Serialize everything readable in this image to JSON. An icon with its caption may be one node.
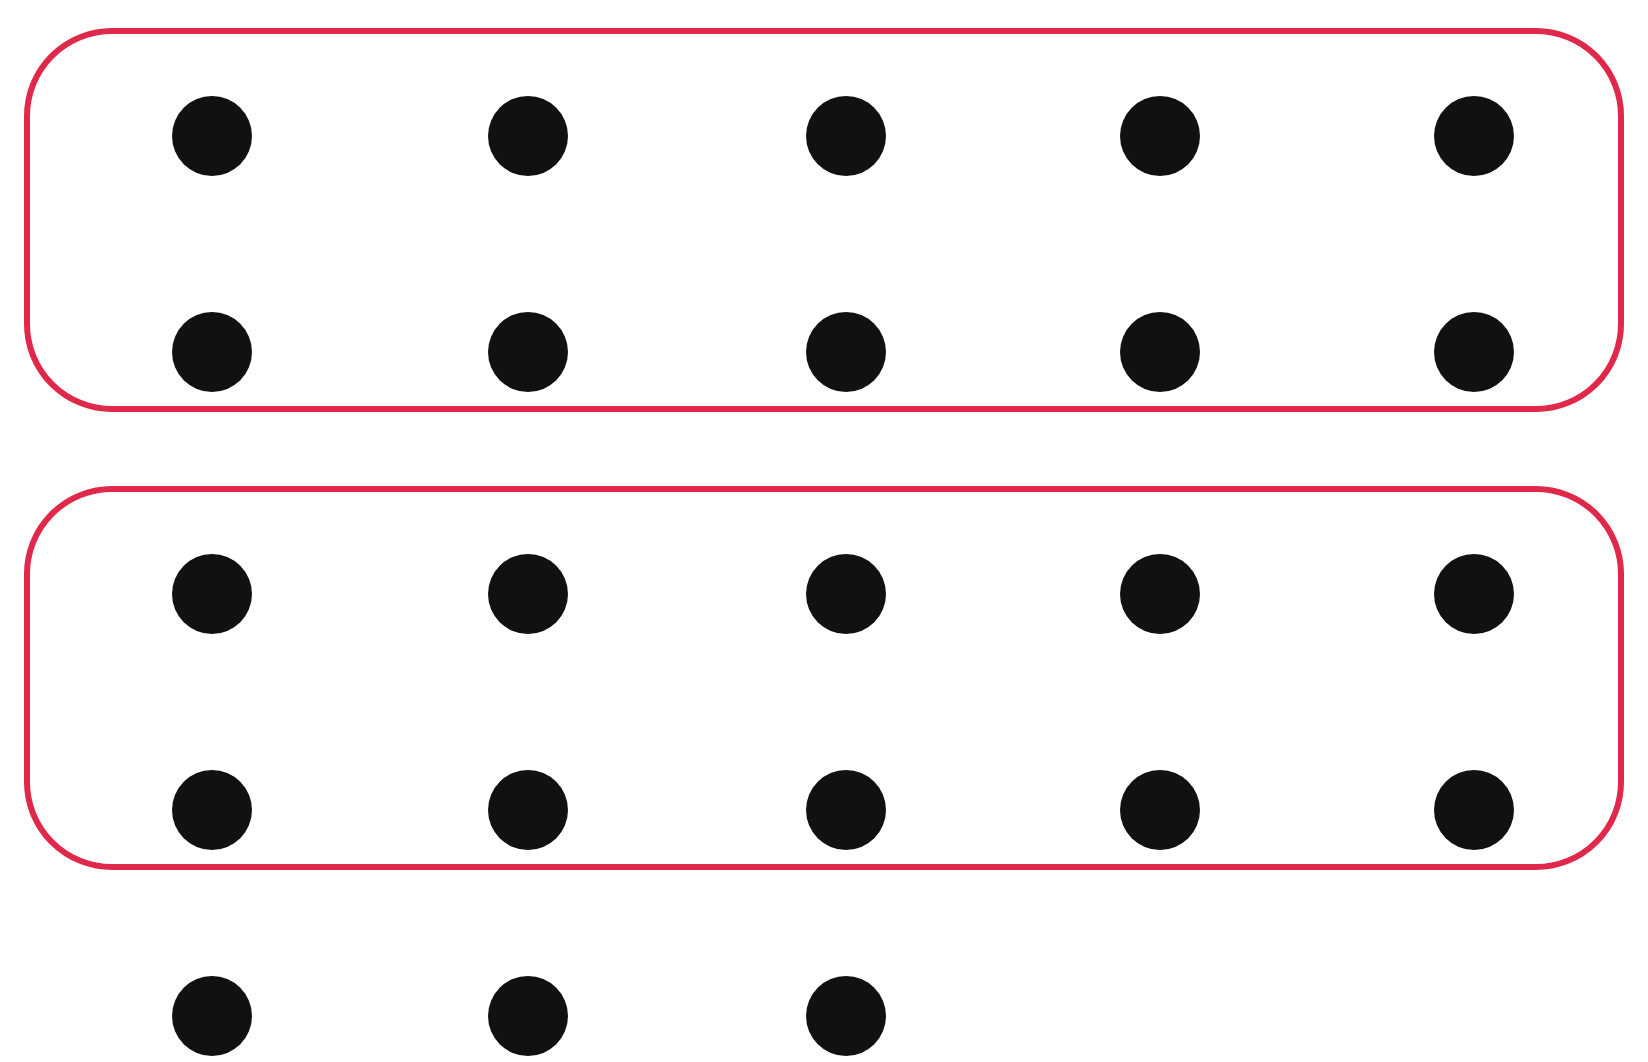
{
  "diagram": {
    "nodes": [
      {
        "text": [],
        "shape": "box"
      },
      {
        "text": [],
        "shape": "circle",
        "in": 0
      },
      {
        "text": [],
        "shape": "circle",
        "in": 0
      },
      {
        "text": [],
        "shape": "circle",
        "in": 0
      },
      {
        "text": [],
        "shape": "circle",
        "in": 0
      },
      {
        "text": [],
        "shape": "circle",
        "in": 0
      },
      {
        "text": [],
        "shape": "circle",
        "in": 0
      },
      {
        "text": [],
        "shape": "circle",
        "in": 0
      },
      {
        "text": [],
        "shape": "circle",
        "in": 0
      },
      {
        "text": [],
        "shape": "circle",
        "in": 0
      },
      {
        "text": [],
        "shape": "circle",
        "in": 0
      },
      {
        "text": [],
        "shape": "box"
      },
      {
        "text": [],
        "shape": "circle",
        "in": 11
      },
      {
        "text": [],
        "shape": "circle",
        "in": 11
      },
      {
        "text": [],
        "shape": "circle",
        "in": 11
      },
      {
        "text": [],
        "shape": "circle",
        "in": 11
      },
      {
        "text": [],
        "shape": "circle",
        "in": 11
      },
      {
        "text": [],
        "shape": "circle",
        "in": 11
      },
      {
        "text": [],
        "shape": "circle",
        "in": 11
      },
      {
        "text": [],
        "shape": "circle",
        "in": 11
      },
      {
        "text": [],
        "shape": "circle",
        "in": 11
      },
      {
        "text": [],
        "shape": "circle",
        "in": 11
      },
      {
        "text": [],
        "shape": "circle"
      },
      {
        "text": [],
        "shape": "circle"
      },
      {
        "text": [],
        "shape": "circle"
      }
    ]
  }
}
